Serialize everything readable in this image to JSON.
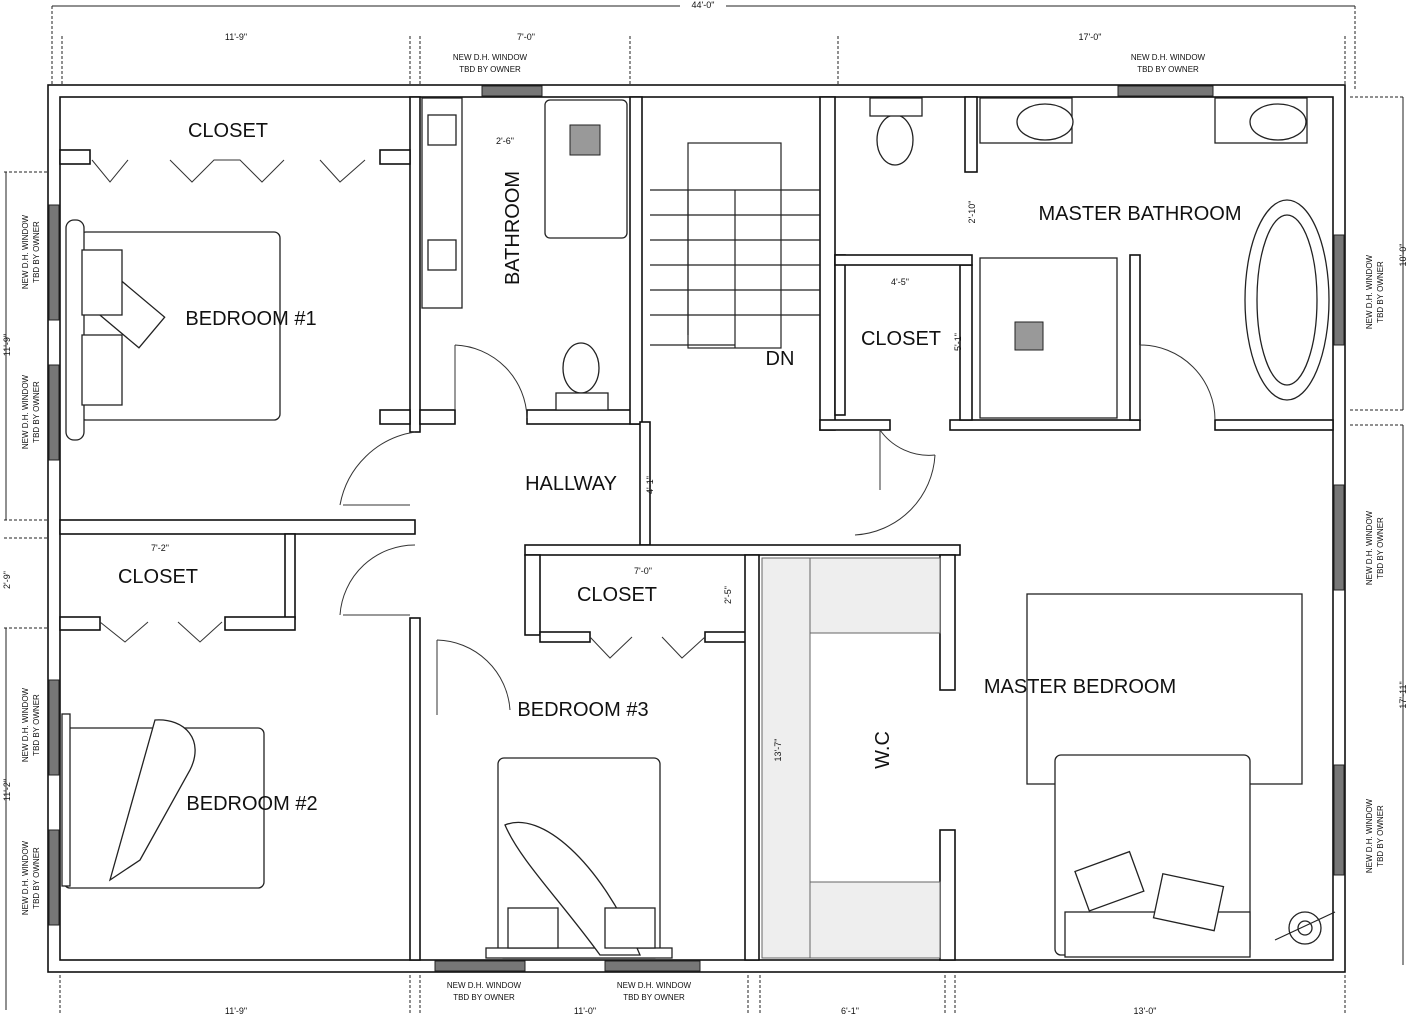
{
  "rooms": {
    "closet_1": "CLOSET",
    "bathroom": "BATHROOM",
    "master_bathroom": "MASTER BATHROOM",
    "bedroom_1": "BEDROOM #1",
    "master_closet": "CLOSET",
    "stair_dn": "DN",
    "hallway": "HALLWAY",
    "closet_2": "CLOSET",
    "closet_3": "CLOSET",
    "master_bedroom": "MASTER BEDROOM",
    "bedroom_3": "BEDROOM #3",
    "wc": "W.C",
    "bedroom_2": "BEDROOM #2"
  },
  "dimensions": {
    "overall_width": "44'-0\"",
    "top": [
      "11'-9\"",
      "7'-0\"",
      "17'-0\""
    ],
    "bottom": [
      "11'-9\"",
      "11'-0\"",
      "6'-1\"",
      "13'-0\""
    ],
    "left": [
      "11'-9\"",
      "2'-9\"",
      "11'-2\""
    ],
    "right": [
      "10'-0\"",
      "17'-11\""
    ],
    "interior": {
      "bath_vanity": "2'-6\"",
      "master_bath_wc": "2'-10\"",
      "master_closet_width": "4'-5\"",
      "master_closet_depth": "5'-1\"",
      "hallway": "4'-1\"",
      "closet_2_width": "7'-2\"",
      "closet_3_width": "7'-0\"",
      "closet_3_depth": "2'-5\"",
      "wc_length": "13'-7\""
    }
  },
  "window_note": {
    "line1": "NEW D.H. WINDOW",
    "line2": "TBD BY OWNER"
  }
}
